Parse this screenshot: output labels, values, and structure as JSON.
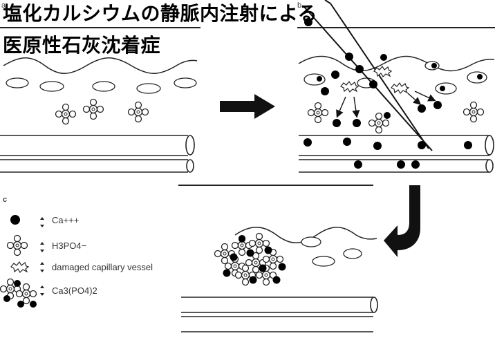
{
  "title_line1": "塩化カルシウムの静脈内注射による",
  "title_line2": "医原性石灰沈着症",
  "panel_labels": {
    "a": "a",
    "b": "b",
    "c": "c"
  },
  "legend": [
    {
      "icon": "calcium-ion-icon",
      "label": "Ca+++"
    },
    {
      "icon": "phosphate-ion-icon",
      "label": "H3PO4−"
    },
    {
      "icon": "damaged-vessel-icon",
      "label": "damaged capillary vessel"
    },
    {
      "icon": "calcium-phosphate-icon",
      "label": "Ca3(PO4)2"
    }
  ],
  "colors": {
    "ink": "#000000",
    "line": "#222222",
    "muted": "#444444"
  }
}
